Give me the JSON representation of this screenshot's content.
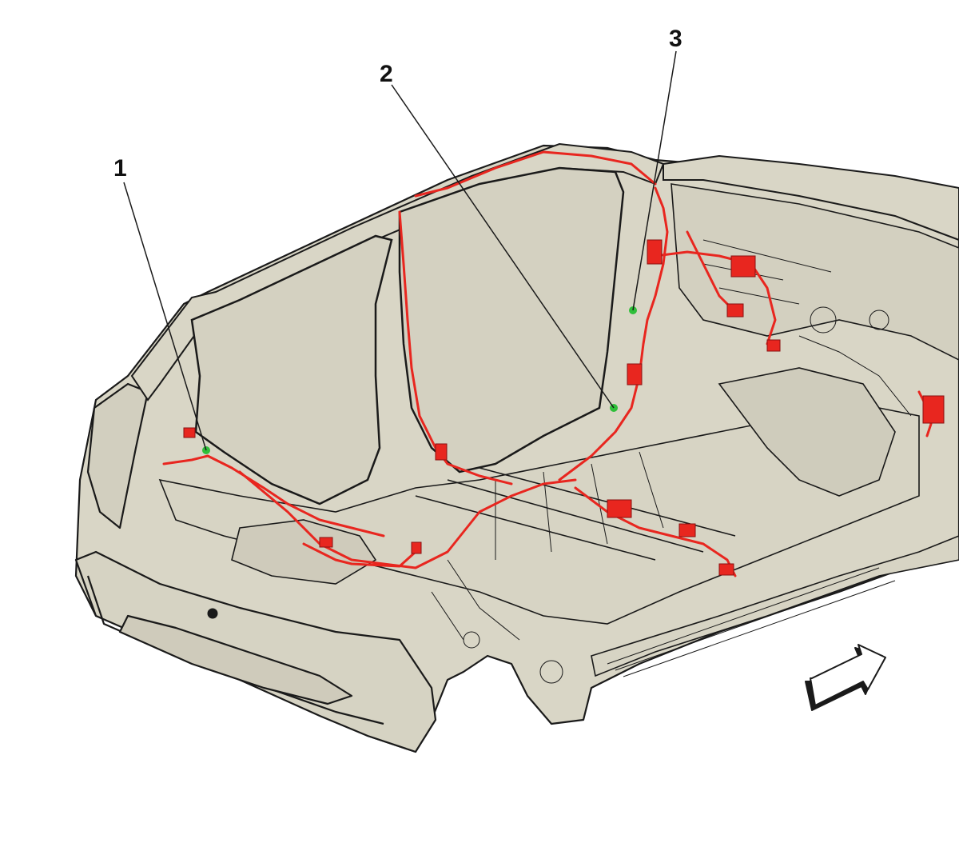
{
  "diagram": {
    "callouts": [
      {
        "id": "1",
        "label": "1"
      },
      {
        "id": "2",
        "label": "2"
      },
      {
        "id": "3",
        "label": "3"
      }
    ],
    "colors": {
      "body_fill": "#d9d6c6",
      "outline": "#1a1a1a",
      "harness": "#e8261f",
      "connector_highlight": "#2fbf3a",
      "window_fill": "#d4d1c1"
    },
    "icons": [
      "front-direction-arrow-icon"
    ]
  }
}
